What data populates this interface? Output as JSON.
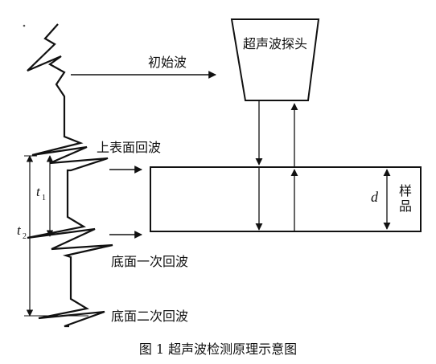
{
  "diagram": {
    "probe_label": "超声波探头",
    "initial_wave_label": "初始波",
    "top_echo_label": "上表面回波",
    "bottom_echo1_label": "底面一次回波",
    "bottom_echo2_label": "底面二次回波",
    "t1_var": "t",
    "t1_sub": "1",
    "t2_var": "t",
    "t2_sub": "2",
    "thickness_var": "d",
    "sample_label_line1": "样",
    "sample_label_line2": "品"
  },
  "caption": "图 1 超声波检测原理示意图"
}
